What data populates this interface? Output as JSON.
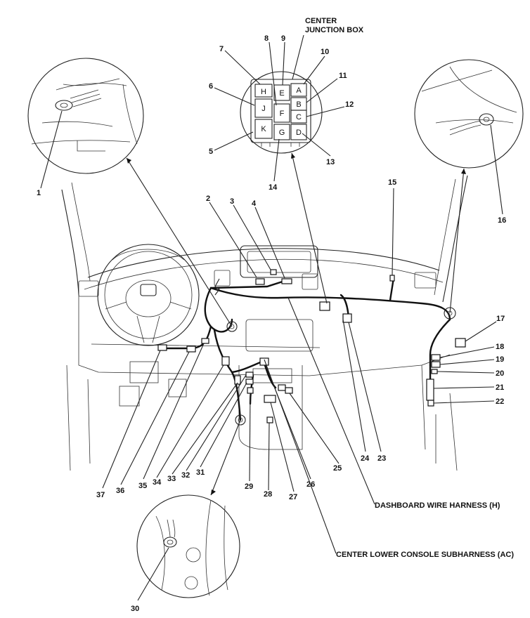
{
  "captions": {
    "junction_box_line1": "CENTER",
    "junction_box_line2": "JUNCTION BOX",
    "dashboard_harness": "DASHBOARD WIRE HARNESS (H)",
    "console_subharness": "CENTER LOWER CONSOLE SUBHARNESS (AC)"
  },
  "junction_box_cells": [
    "H",
    "E",
    "A",
    "J",
    "F",
    "B",
    "K",
    "G",
    "C",
    "D"
  ],
  "callouts": [
    "1",
    "2",
    "3",
    "4",
    "5",
    "6",
    "7",
    "8",
    "9",
    "10",
    "11",
    "12",
    "13",
    "14",
    "15",
    "16",
    "17",
    "18",
    "19",
    "20",
    "21",
    "22",
    "23",
    "24",
    "25",
    "26",
    "27",
    "28",
    "29",
    "30",
    "31",
    "32",
    "33",
    "34",
    "35",
    "36",
    "37"
  ]
}
